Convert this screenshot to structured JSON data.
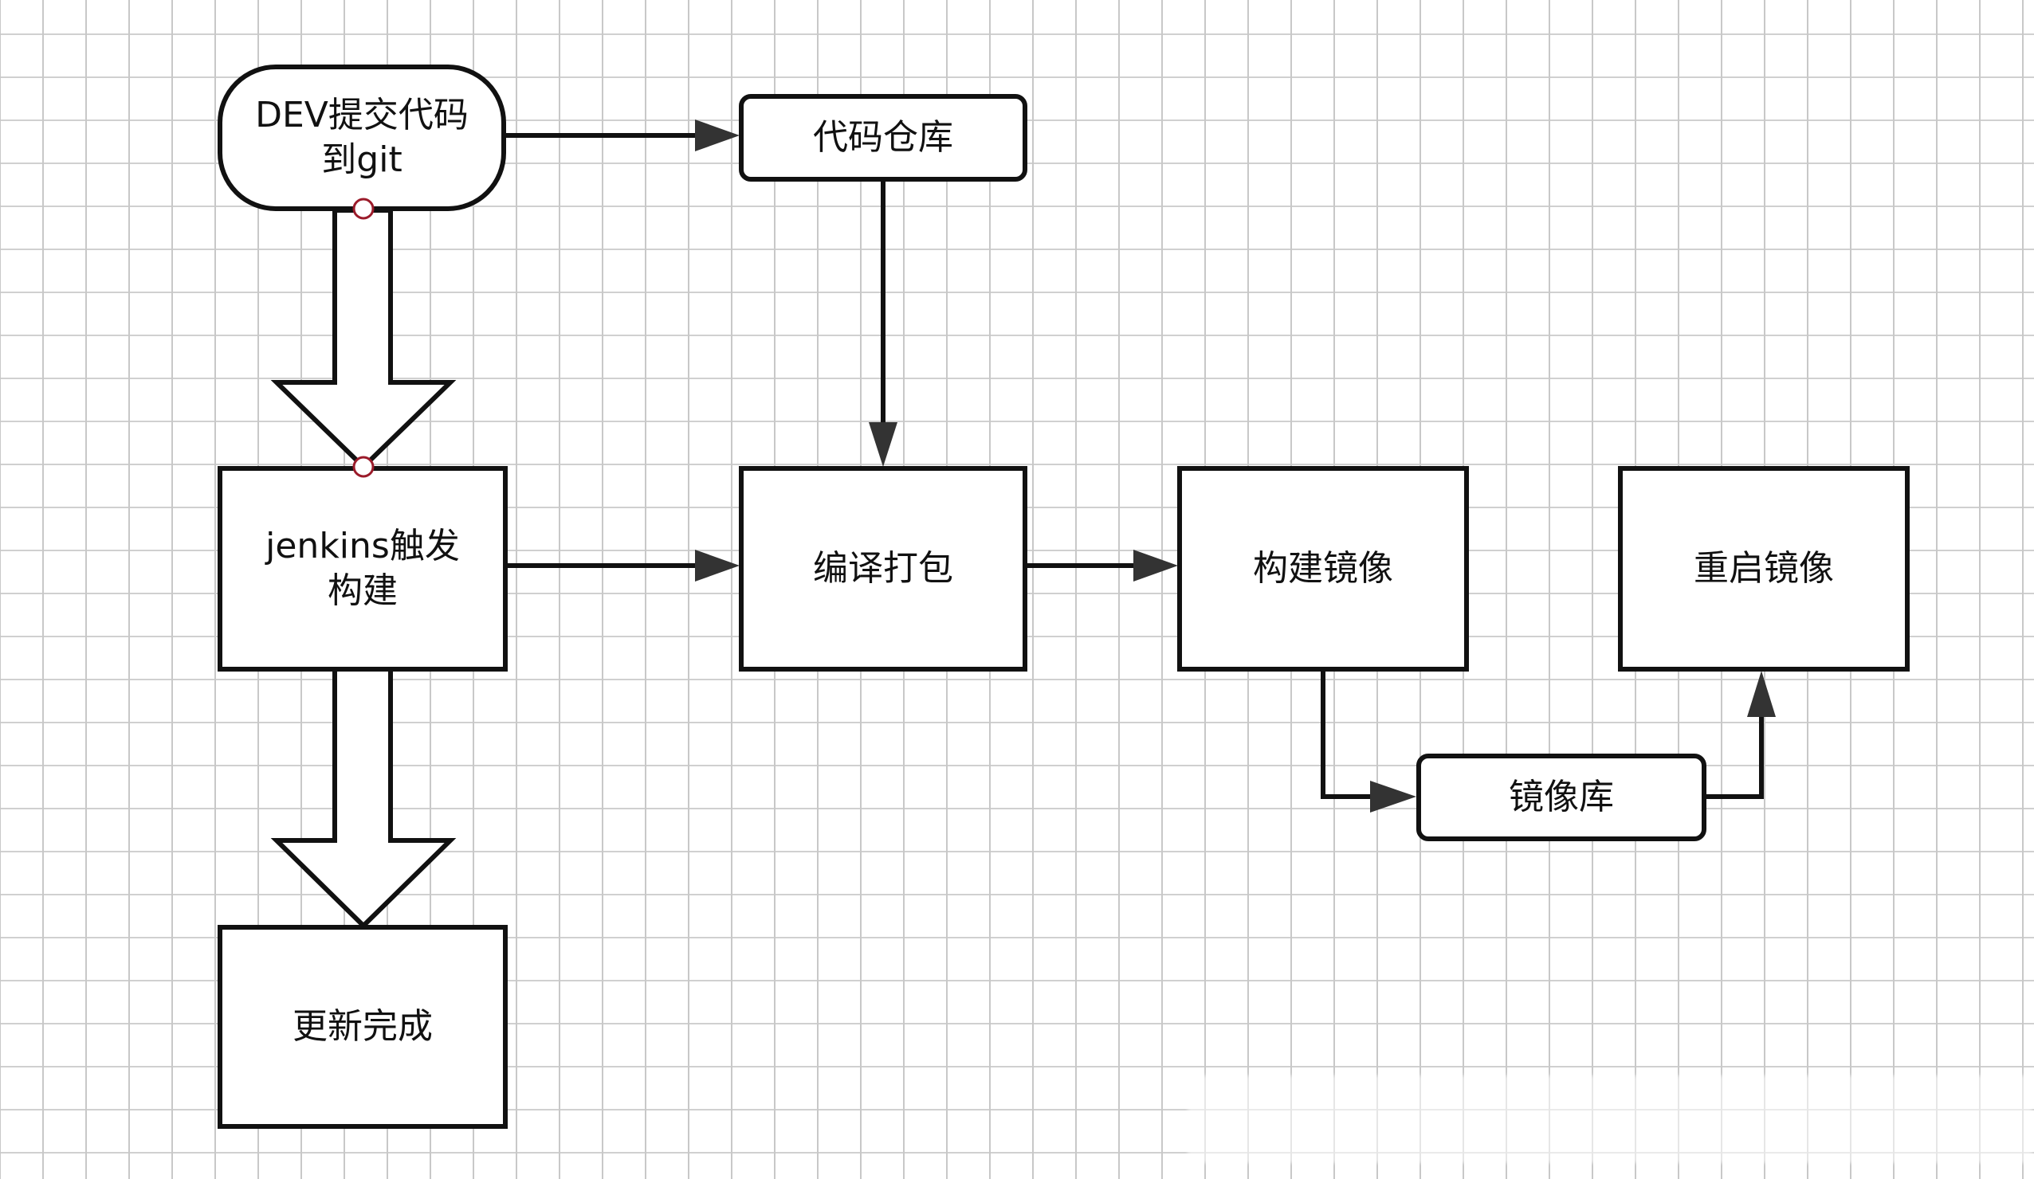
{
  "diagram": {
    "title": "",
    "colors": {
      "stroke": "#111111",
      "fill": "#ffffff",
      "connector_point": "#9b1b2a",
      "grid": "#cfcfcf",
      "arrowhead": "#333333"
    },
    "nodes": [
      {
        "id": "dev-commit",
        "shape": "terminator",
        "label": "DEV提交代码\n到git"
      },
      {
        "id": "code-repo",
        "shape": "rounded-rect",
        "label": "代码仓库"
      },
      {
        "id": "jenkins-build",
        "shape": "rect",
        "label": "jenkins触发\n构建"
      },
      {
        "id": "compile-package",
        "shape": "rect",
        "label": "编译打包"
      },
      {
        "id": "build-image",
        "shape": "rect",
        "label": "构建镜像"
      },
      {
        "id": "restart-image",
        "shape": "rect",
        "label": "重启镜像"
      },
      {
        "id": "image-registry",
        "shape": "rounded-rect",
        "label": "镜像库"
      },
      {
        "id": "update-done",
        "shape": "rect",
        "label": "更新完成"
      }
    ],
    "edges": [
      {
        "from": "dev-commit",
        "to": "code-repo",
        "style": "line-arrow"
      },
      {
        "from": "code-repo",
        "to": "compile-package",
        "style": "line-arrow"
      },
      {
        "from": "dev-commit",
        "to": "jenkins-build",
        "style": "block-arrow"
      },
      {
        "from": "jenkins-build",
        "to": "compile-package",
        "style": "line-arrow"
      },
      {
        "from": "compile-package",
        "to": "build-image",
        "style": "line-arrow"
      },
      {
        "from": "build-image",
        "to": "image-registry",
        "style": "elbow-arrow"
      },
      {
        "from": "image-registry",
        "to": "restart-image",
        "style": "elbow-arrow"
      },
      {
        "from": "jenkins-build",
        "to": "update-done",
        "style": "block-arrow"
      }
    ]
  }
}
